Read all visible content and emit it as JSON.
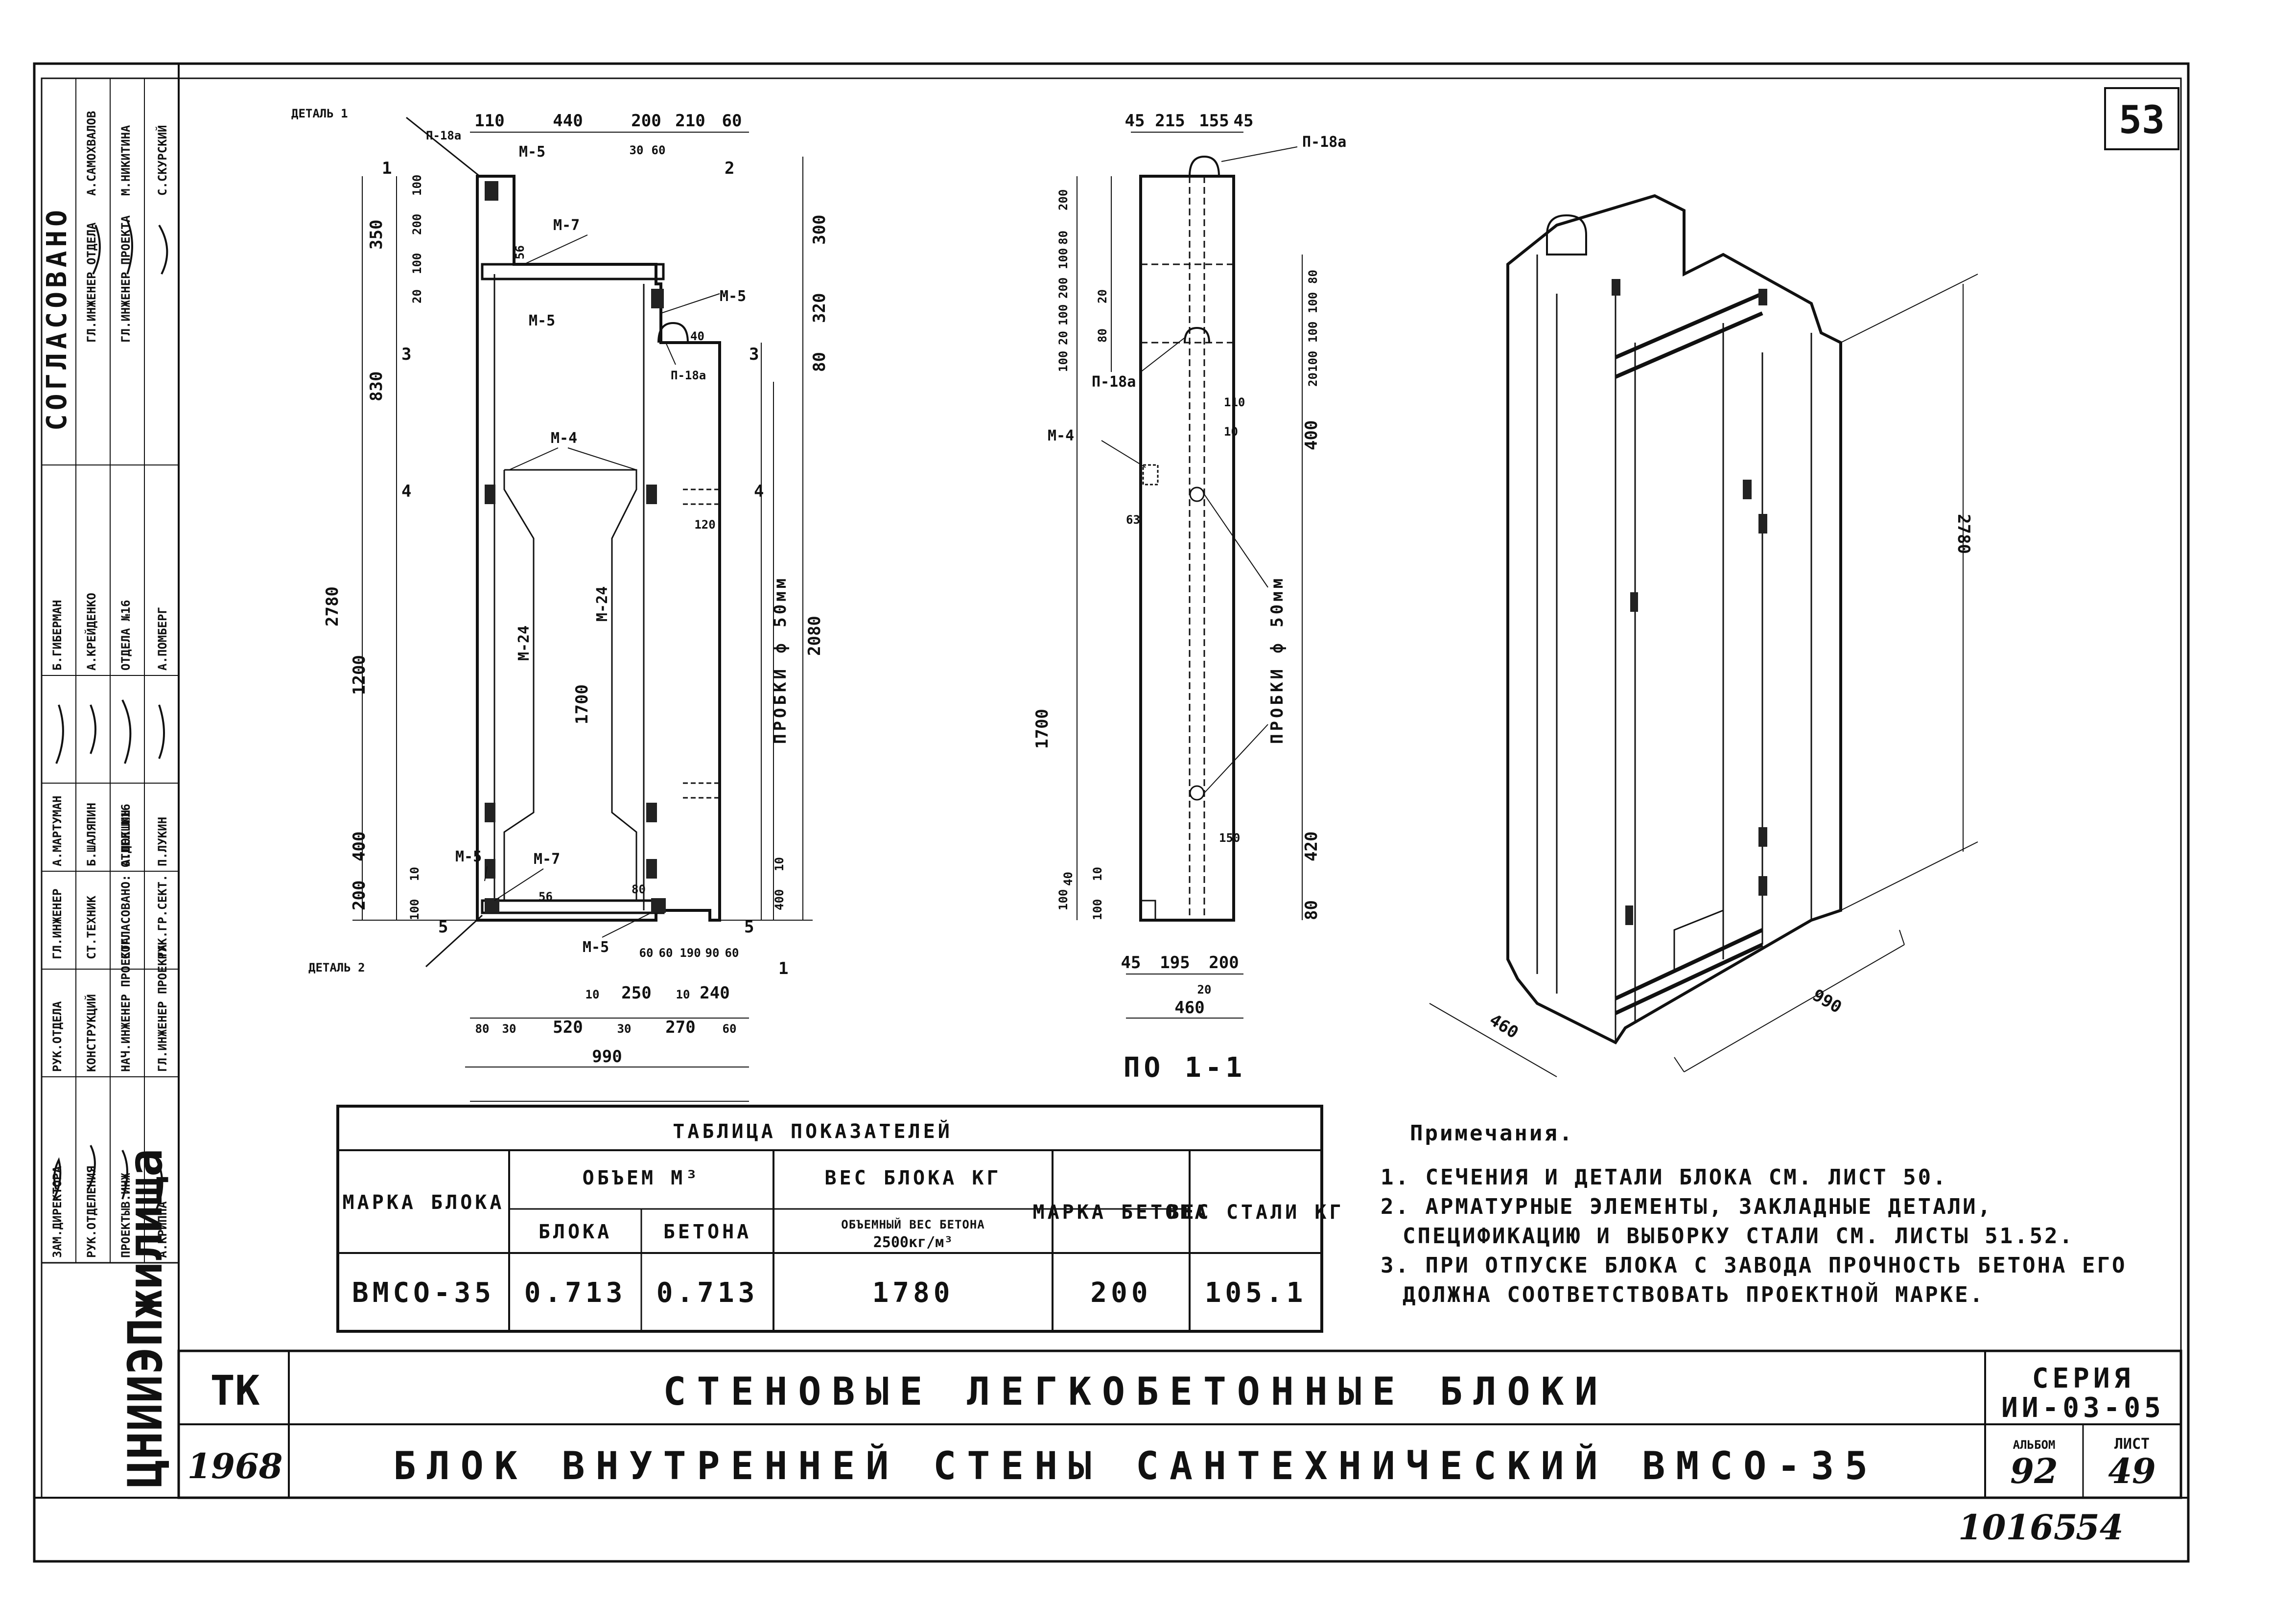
{
  "sheet_number": "53",
  "title_block": {
    "org": "ЦНИИЭПжилища",
    "code": "ТК",
    "year": "1968",
    "title_main": "СТЕНОВЫЕ ЛЕГКОБЕТОННЫЕ БЛОКИ",
    "title_sub": "БЛОК ВНУТРЕННЕЙ СТЕНЫ САНТЕХНИЧЕСКИЙ ВМСО-35",
    "series_label": "СЕРИЯ",
    "series_value": "ИИ-03-05",
    "album_label": "АЛЬБОМ",
    "album_value": "92",
    "sheet_label": "ЛИСТ",
    "sheet_value": "49",
    "bottom_number": "10165",
    "bottom_page": "54"
  },
  "approval_strip": {
    "header": "СОГЛАСОВАНО",
    "columns": [
      [
        "ЗАМ.ДИРЕКТОРА",
        "ГЛ.ИНЖЕНЕР",
        "А.МАРТУМАН",
        "РУК.ОТДЕЛА"
      ],
      [
        "РУК.ОТДЕЛЕНИЯ",
        "СТ.ТЕХНИК",
        "Б.ШАЛЯПИН",
        "КОНСТРУКЦИЙ"
      ],
      [
        "ПРОЕКТЫВ.ИНЖ",
        "СОГЛАСОВАНО: ОТДЕЛ №16",
        "А.ЛОКШИН",
        "НАЧ.ИНЖЕНЕР ПРОЕКТА"
      ],
      [
        "А.КРИППА",
        "РУК.ГР.СЕКТ.",
        "П.ЛУКИН",
        "ГЛ.ИНЖЕНЕР ПРОЕКТА"
      ]
    ],
    "right_names": [
      "Б.ГИБЕРМАН",
      "А.КРЕЙДЕНКО",
      "ОТДЕЛА №16",
      "А.ПОМБЕРГ",
      "ГЛ.ИНЖЕНЕР ОТДЕЛА",
      "ГЛ.ИНЖЕНЕР ПРОЕКТА",
      "А.САМОХВАЛОВ",
      "М.НИКИТИНА",
      "С.СКУРСКИЙ"
    ]
  },
  "front_view": {
    "label_detail1": "ДЕТАЛЬ 1",
    "label_detail2": "ДЕТАЛЬ 2",
    "top_dims": [
      "110",
      "440",
      "200",
      "210",
      "60"
    ],
    "top_dims2": [
      "30",
      "60"
    ],
    "bottom_dims1": [
      "60",
      "60",
      "190",
      "90",
      "60"
    ],
    "bottom_dims2": [
      "10",
      "250",
      "10",
      "240"
    ],
    "bottom_dims3": [
      "80",
      "30",
      "520",
      "30",
      "270",
      "60"
    ],
    "overall_width": "990",
    "left_dims": [
      "350",
      "200",
      "100",
      "20",
      "100",
      "830",
      "1200",
      "400",
      "200",
      "100",
      "10"
    ],
    "overall_height": "2780",
    "right_dims": [
      "300",
      "320",
      "80",
      "400",
      "10"
    ],
    "right_height": "2080",
    "inner_height": "1700",
    "inner_width": "120",
    "tags": [
      "М-5",
      "М-7",
      "М-5",
      "М-5",
      "П-18а",
      "М-4",
      "М-24",
      "М-24",
      "М-5",
      "М-7",
      "М-5",
      "П-18а"
    ],
    "section_marks": [
      "1",
      "2",
      "3",
      "3",
      "4",
      "4",
      "5",
      "5",
      "1"
    ],
    "small": [
      "56",
      "56",
      "80",
      "40"
    ],
    "probki": "ПРОБКИ ф 50мм"
  },
  "section_view": {
    "label": "ПО 1-1",
    "top_dims": [
      "45",
      "215",
      "155",
      "45"
    ],
    "tag_top": "П-18а",
    "left_dims": [
      "200",
      "80",
      "100",
      "200",
      "100",
      "20",
      "20",
      "100",
      "80",
      "100"
    ],
    "right_dims": [
      "80",
      "100",
      "100",
      "100",
      "20",
      "400",
      "420",
      "80"
    ],
    "height": "1700",
    "tags": [
      "П-18а",
      "М-4"
    ],
    "small": [
      "110",
      "10",
      "63",
      "150",
      "40",
      "100",
      "10"
    ],
    "bottom_dims": [
      "45",
      "195",
      "200"
    ],
    "bottom_small": "20",
    "bottom_total": "460",
    "probki": "ПРОБКИ ф 50мм"
  },
  "isometric": {
    "dim_height": "2780",
    "dim_length": "990",
    "dim_depth": "460"
  },
  "table": {
    "title": "ТАБЛИЦА ПОКАЗАТЕЛЕЙ",
    "h_mark": "МАРКА БЛОКА",
    "h_volume": "ОБЪЕМ М³",
    "h_vol_block": "БЛОКА",
    "h_vol_concrete": "БЕТОНА",
    "h_weight": "ВЕС БЛОКА КГ",
    "h_weight_sub1": "ОБЪЕМНЫЙ ВЕС БЕТОНА",
    "h_weight_sub2": "2500кг/м³",
    "h_concrete_mark": "МАРКА БЕТОНА",
    "h_steel": "ВЕС СТАЛИ КГ",
    "row": {
      "mark": "ВМСО-35",
      "vol_block": "0.713",
      "vol_concrete": "0.713",
      "weight": "1780",
      "concrete_mark": "200",
      "steel": "105.1"
    }
  },
  "notes": {
    "title": "Примечания.",
    "items": [
      "1. СЕЧЕНИЯ И ДЕТАЛИ БЛОКА СМ. ЛИСТ 50.",
      "2. АРМАТУРНЫЕ ЭЛЕМЕНТЫ, ЗАКЛАДНЫЕ ДЕТАЛИ,",
      "СПЕЦИФИКАЦИЮ И ВЫБОРКУ СТАЛИ СМ. ЛИСТЫ 51.52.",
      "3. ПРИ ОТПУСКЕ БЛОКА С ЗАВОДА ПРОЧНОСТЬ БЕТОНА ЕГО",
      "ДОЛЖНА СООТВЕТСТВОВАТЬ ПРОЕКТНОЙ МАРКЕ."
    ]
  }
}
